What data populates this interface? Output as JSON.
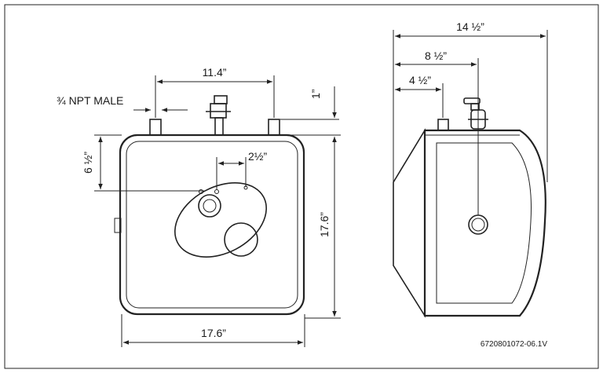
{
  "diagram": {
    "front_view": {
      "width_top_fittings": "11.4”",
      "npt_label": "¾ NPT MALE",
      "fitting_height": "1”",
      "panel_offset": "6 ½”",
      "panel_spacing": "2½”",
      "height": "17.6”",
      "width": "17.6”"
    },
    "side_view": {
      "depth_total": "14 ½”",
      "depth_valve": "8 ½”",
      "depth_pipe": "4 ½”"
    },
    "drawing_number": "6720801072-06.1V"
  }
}
